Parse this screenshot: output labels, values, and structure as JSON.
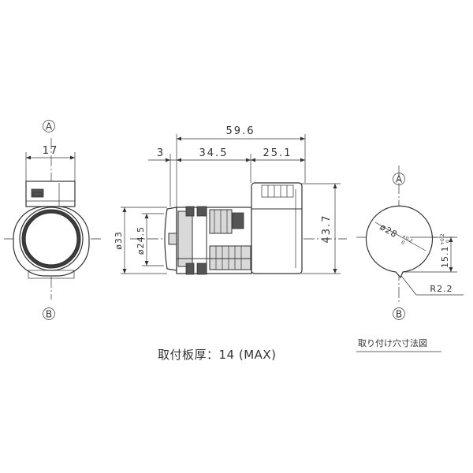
{
  "dimensions": {
    "front_width": "17",
    "overall_length": "59.6",
    "flange": "3",
    "body_length": "34.5",
    "block_length": "25.1",
    "diameter_33": "ø33",
    "diameter_24_5": "ø24.5",
    "height": "43.7",
    "hole_radius": "R2.2"
  },
  "panel_cutout": {
    "hole_diameter_base": "ø28",
    "hole_diameter_upper_tol": "+0.2",
    "hole_diameter_lower_tol": "0",
    "key_offset_base": "15.1",
    "key_offset_upper_tol": "+0.2",
    "key_offset_lower_tol": "0"
  },
  "references": {
    "a": "A",
    "b": "B"
  },
  "notes": {
    "panel_thickness": "取付板厚：14 (MAX)",
    "cutout_caption": "取り付け穴寸法図"
  },
  "colors": {
    "line": "#333333",
    "fill_grey": "#d9d9d9",
    "background": "#ffffff"
  }
}
